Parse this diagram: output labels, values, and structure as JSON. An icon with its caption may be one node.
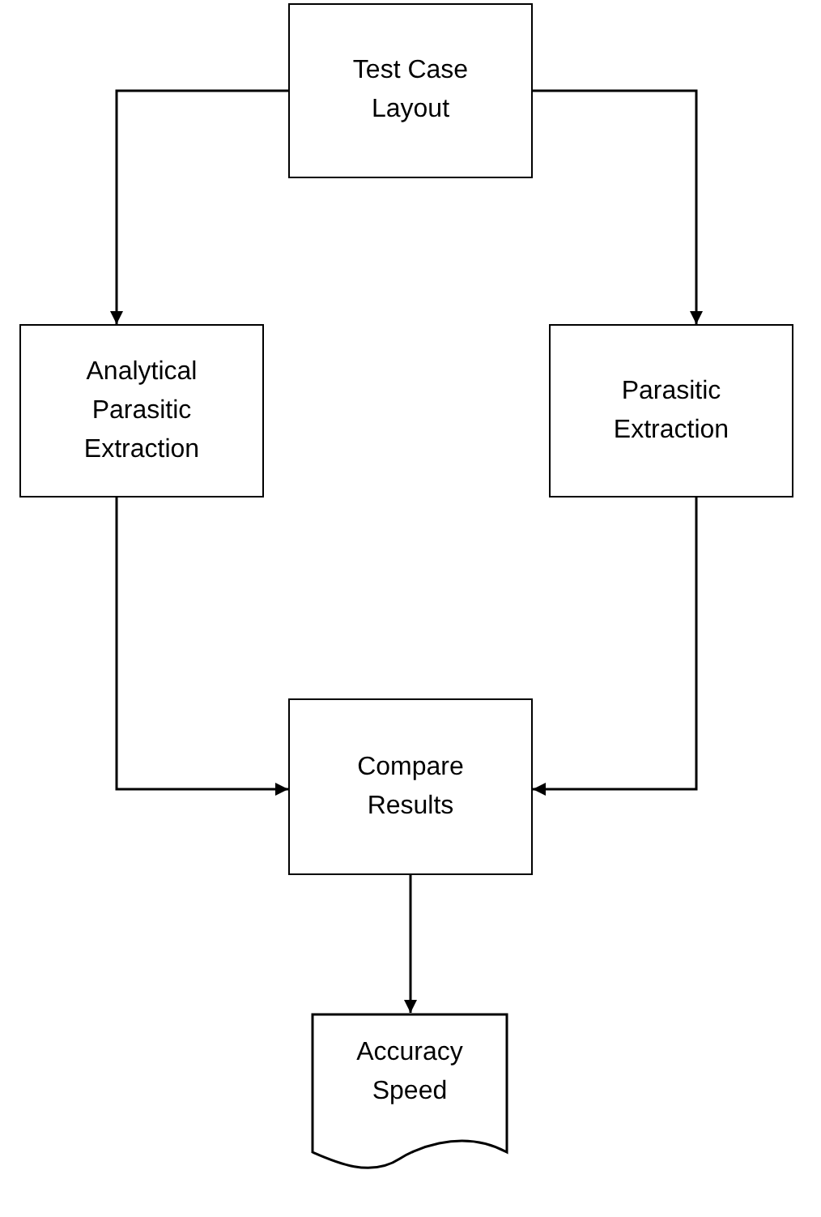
{
  "diagram": {
    "nodes": [
      {
        "text": [
          "Test Case Layout"
        ]
      },
      {
        "text": [
          "Analytical Parasitic Extraction"
        ]
      },
      {
        "text": [
          "Parasitic Extraction"
        ]
      },
      {
        "text": [
          "Compare Results"
        ]
      },
      {
        "text": [
          "Accuracy Speed"
        ]
      }
    ],
    "edges": [
      {
        "from": 0,
        "to": 1,
        "arrow": "to"
      },
      {
        "from": 0,
        "to": 2,
        "arrow": "to"
      },
      {
        "from": 1,
        "to": 3,
        "arrow": "to"
      },
      {
        "from": 2,
        "to": 3,
        "arrow": "to"
      },
      {
        "from": 3,
        "to": 4,
        "arrow": "to"
      }
    ]
  }
}
